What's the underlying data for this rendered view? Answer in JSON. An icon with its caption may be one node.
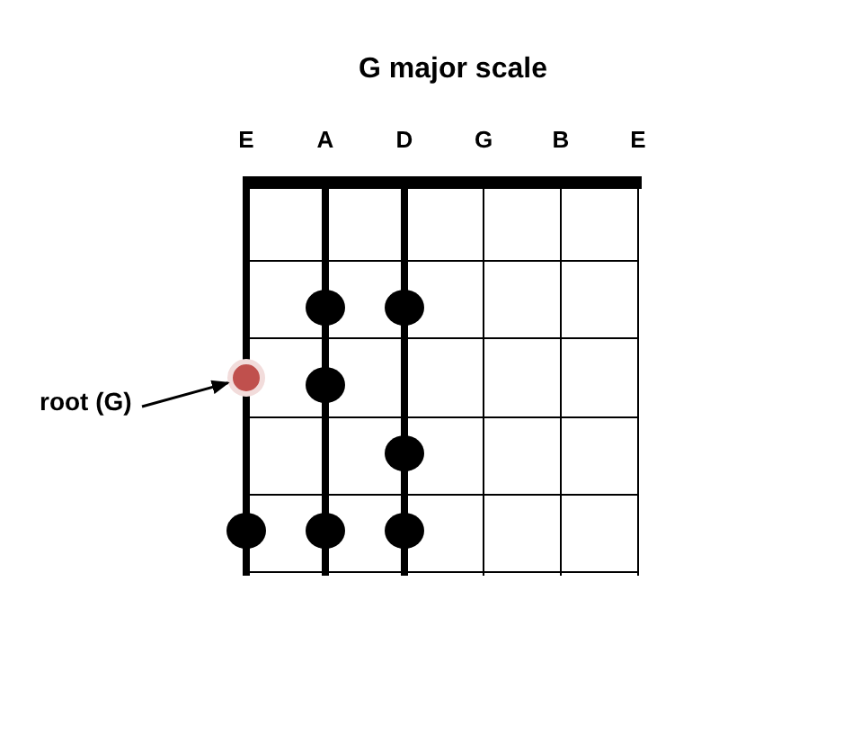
{
  "diagram": {
    "title": "G major scale",
    "nodes": [
      {
        "text": [
          "root (G)"
        ]
      },
      {
        "text": [],
        "shape": "circle"
      }
    ],
    "edges": [
      {
        "from": 0,
        "to": 1,
        "arrow": "to"
      }
    ],
    "labels": [
      "E",
      "A",
      "D",
      "G",
      "B",
      "E"
    ]
  }
}
